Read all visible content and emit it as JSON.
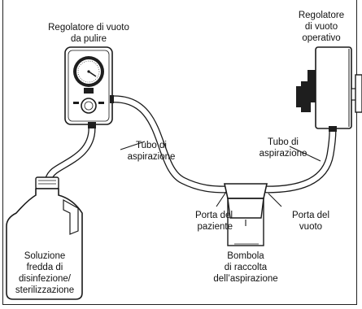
{
  "labels": {
    "cleaning_regulator": [
      "Regolatore di vuoto",
      "da pulire"
    ],
    "operating_regulator": [
      "Regolatore",
      "di vuoto",
      "operativo"
    ],
    "suction_tube_left": [
      "Tubo di",
      "aspirazione"
    ],
    "suction_tube_right": [
      "Tubo di",
      "aspirazione"
    ],
    "patient_port": [
      "Porta del",
      "paziente"
    ],
    "vacuum_port": [
      "Porta del",
      "vuoto"
    ],
    "canister": [
      "Bombola",
      "di raccolta",
      "dell’aspirazione"
    ],
    "solution": [
      "Soluzione",
      "fredda di",
      "disinfezione/",
      "sterilizzazione"
    ]
  },
  "colors": {
    "line": "#1a1a1a",
    "device_body": "#ffffff",
    "device_dark": "#1e1e1e",
    "label_background": "#ffffff"
  }
}
